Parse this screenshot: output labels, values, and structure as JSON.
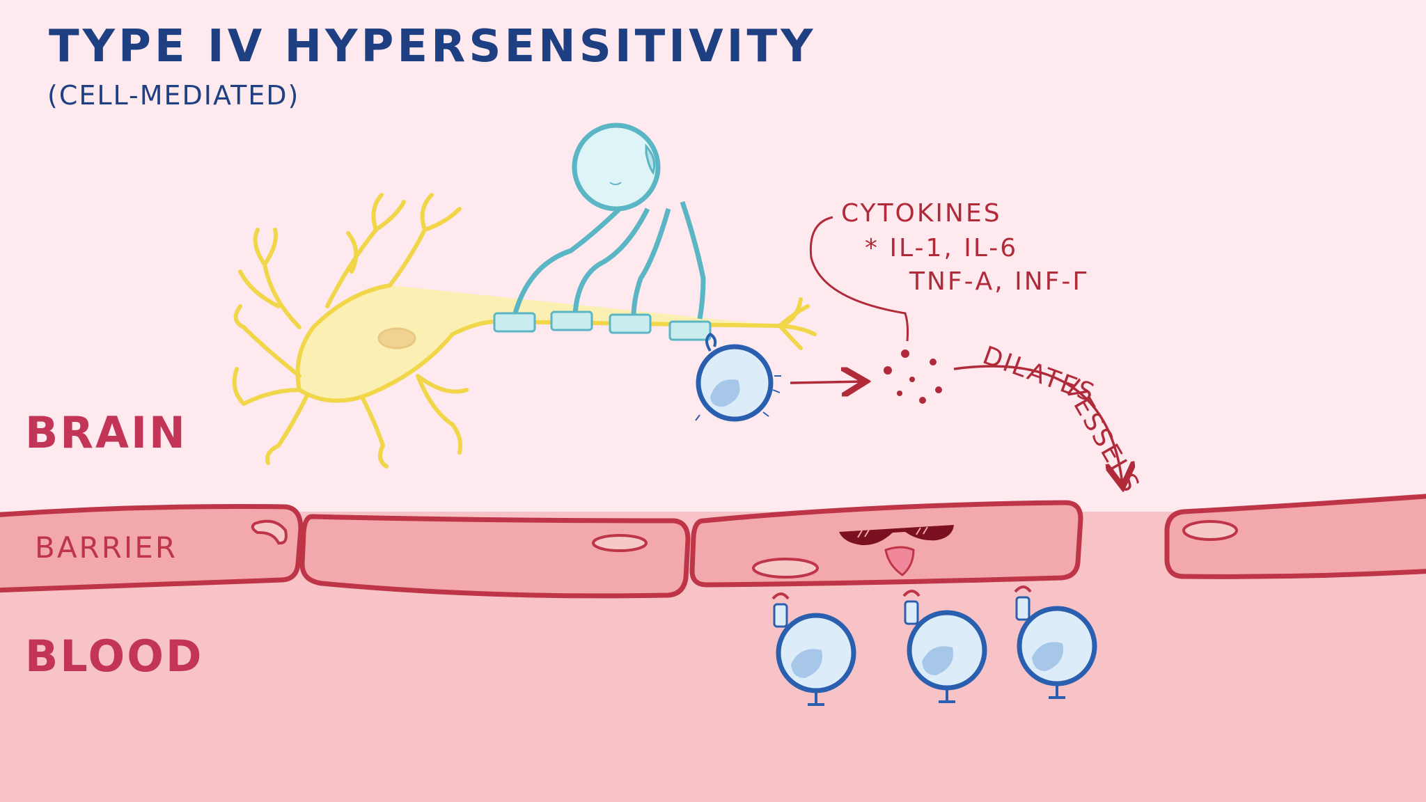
{
  "title": "Type IV Hypersensitivity",
  "subtitle": "(Cell-Mediated)",
  "regions": {
    "brain": "Brain",
    "barrier": "Barrier",
    "blood": "Blood"
  },
  "annotations": {
    "cytokines": "Cytokines",
    "cytokine_list_1": "* IL-1, IL-6",
    "cytokine_list_2": "TNF-α, INF-γ",
    "dilates_1": "Dilates",
    "dilates_2": "Vessels"
  },
  "colors": {
    "background": "#fde9ee",
    "blood": "#f8c3c6",
    "title": "#1e3f82",
    "region_label": "#c23556",
    "barrier_cell": "#f3a8ab",
    "barrier_outline": "#bd3547",
    "neuron": "#f1d64a",
    "neuron_fill": "#fbefb4",
    "oligodendrocyte": "#5ab6c4",
    "tcell": "#2a5fb0",
    "cytokine": "#b02a3a"
  }
}
